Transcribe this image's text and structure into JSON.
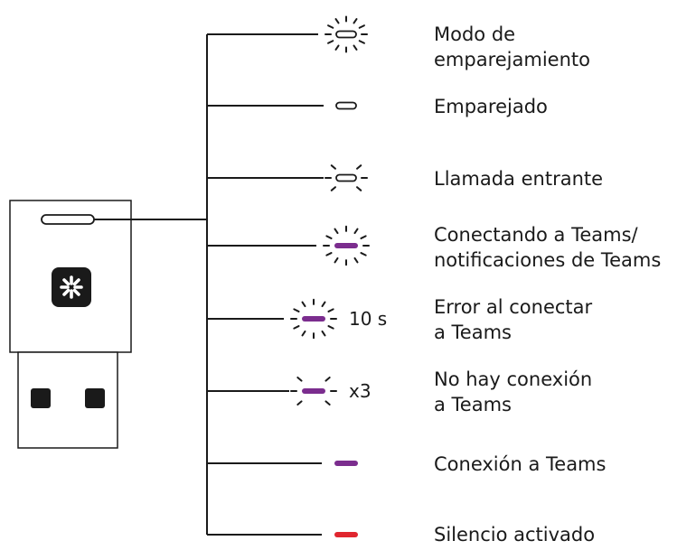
{
  "colors": {
    "line": "#1a1a1a",
    "led_white": "#ffffff",
    "led_purple": "#7b2d8e",
    "led_red": "#e0262f",
    "logo_dark": "#1a1a1a"
  },
  "device": {
    "logo_icon": "teams-asterisk-icon"
  },
  "states": [
    {
      "id": "pairing",
      "label_lines": [
        "Modo de",
        "emparejamiento"
      ],
      "led_color": "white",
      "blink": "full",
      "suffix": ""
    },
    {
      "id": "paired",
      "label_lines": [
        "Emparejado"
      ],
      "led_color": "white",
      "blink": "none",
      "suffix": ""
    },
    {
      "id": "incoming-call",
      "label_lines": [
        "Llamada entrante"
      ],
      "led_color": "white",
      "blink": "partial",
      "suffix": ""
    },
    {
      "id": "connecting-teams",
      "label_lines": [
        "Conectando a Teams/",
        "notificaciones de Teams"
      ],
      "led_color": "purple",
      "blink": "full",
      "suffix": ""
    },
    {
      "id": "error-connecting",
      "label_lines": [
        "Error al conectar",
        "a Teams"
      ],
      "led_color": "purple",
      "blink": "full",
      "suffix": "10 s"
    },
    {
      "id": "no-connection",
      "label_lines": [
        "No hay conexión",
        "a Teams"
      ],
      "led_color": "purple",
      "blink": "partial",
      "suffix": "x3"
    },
    {
      "id": "teams-connected",
      "label_lines": [
        "Conexión a Teams"
      ],
      "led_color": "purple",
      "blink": "none",
      "suffix": ""
    },
    {
      "id": "muted",
      "label_lines": [
        "Silencio activado"
      ],
      "led_color": "red",
      "blink": "none",
      "suffix": ""
    }
  ]
}
